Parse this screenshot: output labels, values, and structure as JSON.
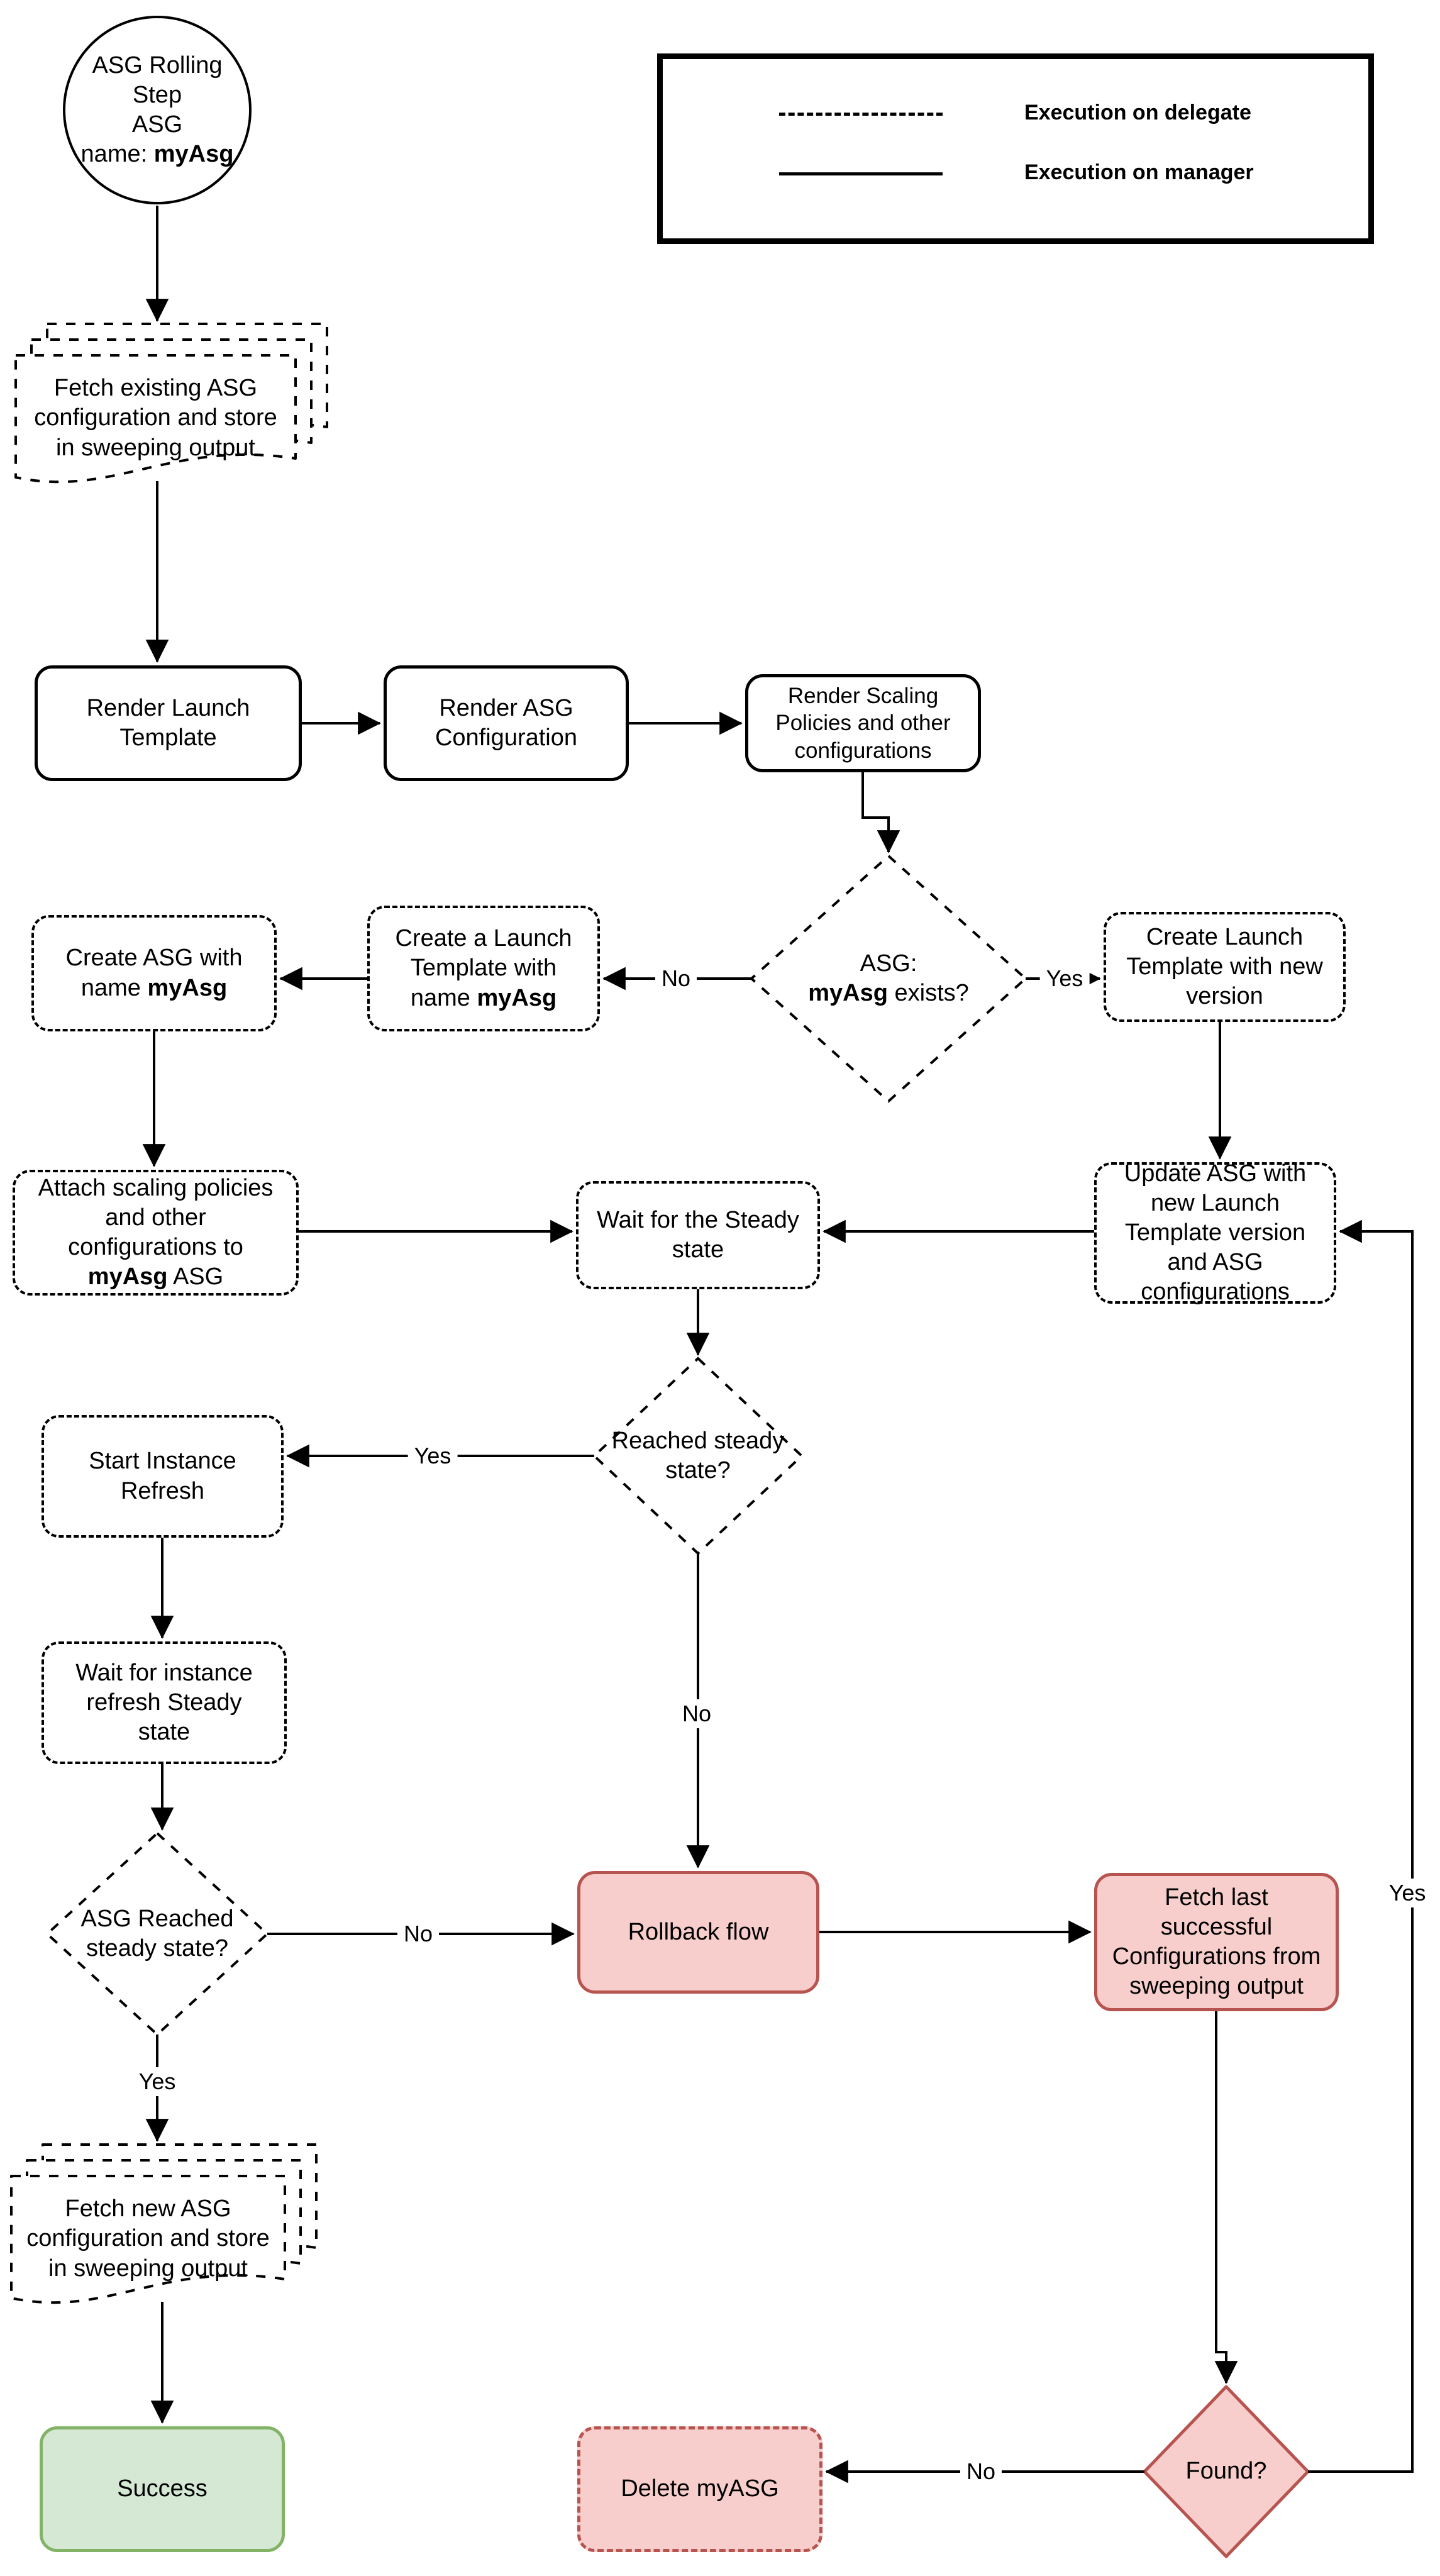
{
  "legend": {
    "delegate_label": "Execution on delegate",
    "manager_label": "Execution on manager"
  },
  "nodes": {
    "start": {
      "line1": "ASG Rolling Step",
      "line2": "ASG",
      "line3_prefix": "name: ",
      "line3_bold": "myAsg"
    },
    "fetch_existing": {
      "text": "Fetch existing ASG configuration and store in sweeping output"
    },
    "render_launch_template": {
      "text": "Render Launch Template"
    },
    "render_asg_configuration": {
      "text": "Render ASG Configuration"
    },
    "render_scaling_policies": {
      "text": "Render Scaling Policies and other configurations"
    },
    "asg_exists": {
      "line1": "ASG:",
      "bold": "myAsg",
      "suffix": " exists?"
    },
    "create_launch_template_named": {
      "prefix": "Create a Launch Template with name ",
      "bold": "myAsg"
    },
    "create_asg": {
      "prefix": "Create ASG with name ",
      "bold": "myAsg"
    },
    "create_launch_template_new_version": {
      "text": "Create Launch Template with new version"
    },
    "attach_scaling_policies": {
      "prefix": "Attach scaling policies and other configurations to ",
      "bold": "myAsg",
      "suffix": " ASG"
    },
    "wait_steady_state": {
      "text": "Wait for the Steady state"
    },
    "update_asg": {
      "text": "Update ASG with new Launch Template version and ASG configurations"
    },
    "reached_steady_state": {
      "text": "Reached steady state?"
    },
    "start_instance_refresh": {
      "text": "Start Instance Refresh"
    },
    "wait_instance_refresh": {
      "text": "Wait for instance refresh Steady state"
    },
    "asg_reached_steady_state": {
      "text": "ASG Reached steady state?"
    },
    "rollback_flow": {
      "text": "Rollback flow"
    },
    "fetch_last_successful": {
      "text": "Fetch last successful Configurations from sweeping output"
    },
    "fetch_new_asg": {
      "text": "Fetch new ASG configuration and store in sweeping output"
    },
    "success": {
      "text": "Success"
    },
    "delete_myasg": {
      "text": "Delete myASG"
    },
    "found": {
      "text": "Found?"
    }
  },
  "edge_labels": {
    "exists_no": "No",
    "exists_yes": "Yes",
    "reached_yes": "Yes",
    "reached_no": "No",
    "asg_reached_no": "No",
    "asg_reached_yes": "Yes",
    "found_no": "No",
    "found_yes": "Yes"
  },
  "colors": {
    "line": "#000000",
    "red_fill": "#f8cecc",
    "red_border": "#b85450",
    "green_fill": "#d5e8d4",
    "green_border": "#82b366"
  }
}
